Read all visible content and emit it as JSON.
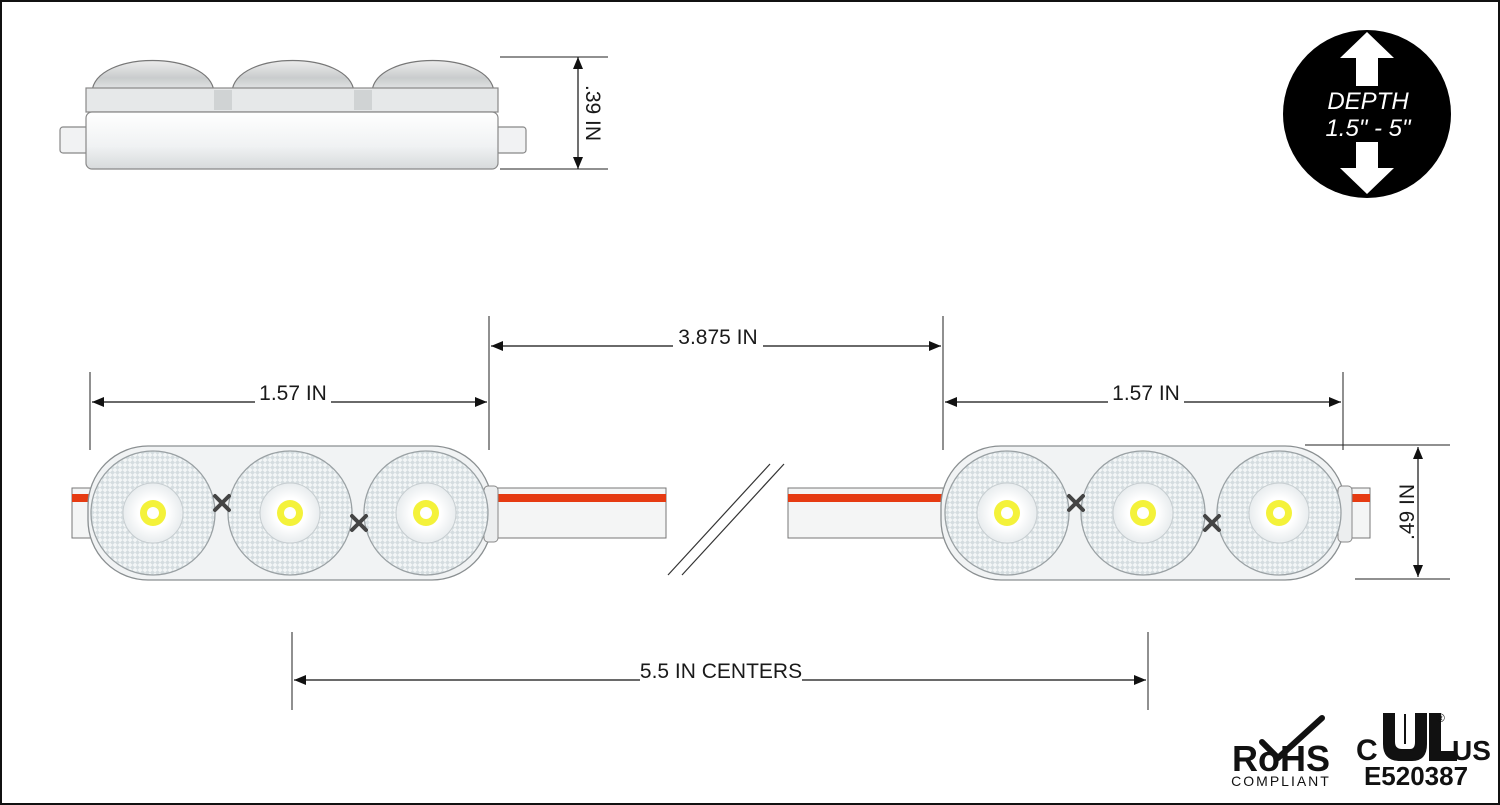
{
  "dimensions": {
    "side_height": ".39 IN",
    "gap": "3.875 IN",
    "left_module_width": "1.57 IN",
    "right_module_width": "1.57 IN",
    "module_height": ".49 IN",
    "centers": "5.5 IN  CENTERS"
  },
  "depth_badge": {
    "line1": "DEPTH",
    "line2": "1.5\" - 5\""
  },
  "certifications": {
    "rohs_title": "RoHS",
    "rohs_sub": "COMPLIANT",
    "ul_c": "C",
    "ul_us": "US",
    "ul_mark": "®",
    "ul_number": "E520387"
  },
  "colors": {
    "wire_red": "#e63b12",
    "led_yellow": "#f4f23a",
    "outline": "#1a1a1a",
    "badge": "#000000"
  }
}
